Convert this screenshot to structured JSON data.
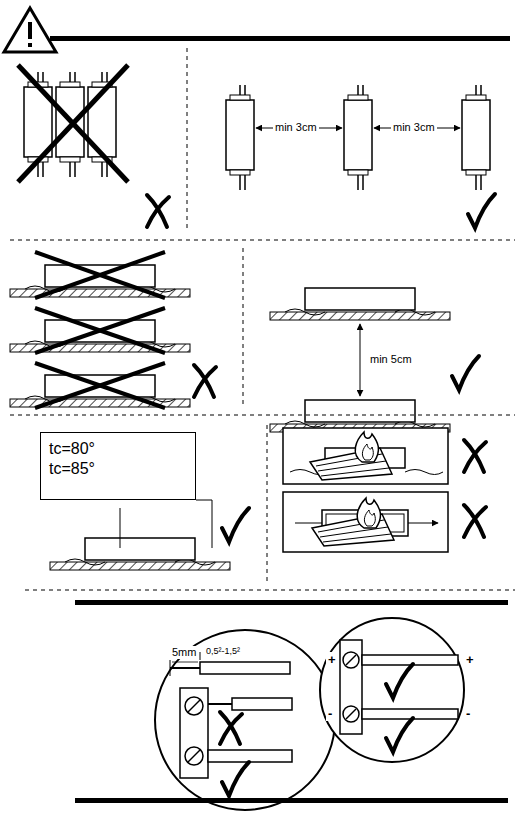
{
  "diagram": {
    "nodes": [
      {
        "text": [
          "tc=80°",
          "tc=85°"
        ]
      }
    ],
    "labels": [
      "min 3cm",
      "min 3cm",
      "min 5cm",
      "5mm",
      "0,5²-1,5²",
      "+",
      "+",
      "-",
      "-"
    ]
  }
}
